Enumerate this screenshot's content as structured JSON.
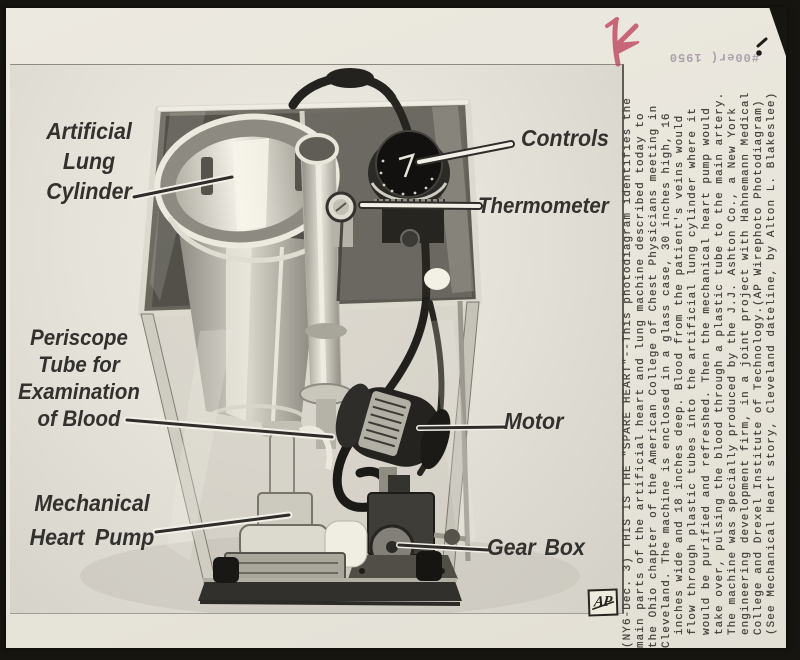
{
  "print": {
    "callouts": {
      "lung": {
        "lines": [
          "Artificial",
          "Lung",
          "Cylinder"
        ]
      },
      "controls": {
        "label": "Controls"
      },
      "thermometer": {
        "label": "Thermometer"
      },
      "periscope": {
        "lines": [
          "Periscope",
          "Tube for",
          "Examination",
          "of Blood"
        ]
      },
      "motor": {
        "label": "Motor"
      },
      "pump": {
        "lines": [
          "Mechanical",
          "Heart Pump"
        ]
      },
      "gearbox": {
        "label": "Gear Box"
      }
    },
    "ap_logo_text": "AP"
  },
  "caption": {
    "lines": [
      "(NY6-Dec. 3) THIS IS THE \"SPARE HEART\"--This photodiagram identifies the",
      "main parts of the artificial heart and lung machine described today to",
      "the Ohio chapter of the American College of Chest Physicians meeting in",
      "Cleveland. The machine is enclosed in a glass case, 30 inches high, 16",
      "inches wide and 18 inches deep. Blood from the patient's veins would",
      "flow through plastic tubes into the artificial lung cylinder where it",
      "would be purified and refreshed. Then the mechanical heart pump would",
      "take over, pulsing the blood through a plastic tube to the main artery.",
      "The machine was specially produced by the J.J. Ashton Co., a New York",
      "engineering development firm, in a joint project with Hahnemann Medical",
      "College and Drexel Institute of Technology.(AP Wirephoto Photodiagram)",
      "(See Mechanical Heart story, Cleveland dateline, by Alton L. Blakeslee)"
    ]
  },
  "marks": {
    "red_pencil": "K",
    "date_stamp": "#00er( 1950"
  },
  "colors": {
    "background": "#17150f",
    "paper": "#e8e5db",
    "label_ink": "#33312d",
    "caption_ink": "#45423d",
    "red_pencil": "#c14a62",
    "stamp": "#84758e"
  }
}
